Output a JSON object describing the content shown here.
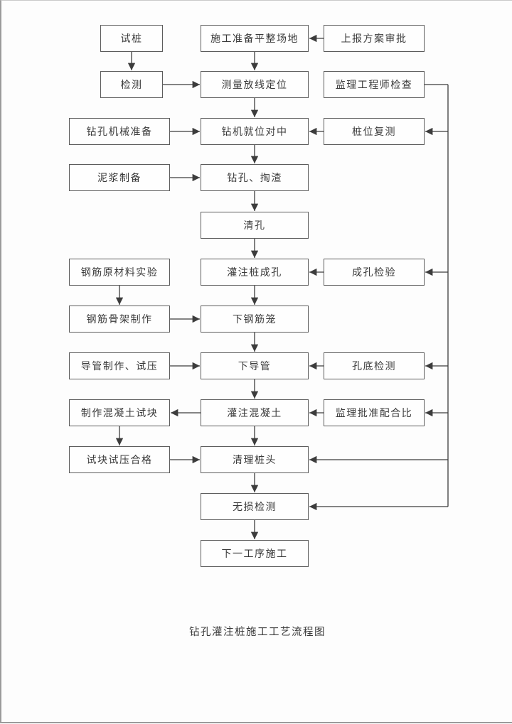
{
  "page": {
    "caption": "钻孔灌注桩施工工艺流程图"
  },
  "colors": {
    "line": "#3c3c3c",
    "box_border": "#5c5c5c",
    "text": "#3a3a3a",
    "page_background": "#fdfdfd",
    "page_edge": "#9b9b9b"
  },
  "flowchart": {
    "nodes": [
      {
        "id": "test-pile",
        "label": "试桩",
        "col": "leftsm",
        "row": 1
      },
      {
        "id": "inspection",
        "label": "检测",
        "col": "leftsm",
        "row": 2
      },
      {
        "id": "drill-rig-prep",
        "label": "钻孔机械准备",
        "col": "left",
        "row": 3
      },
      {
        "id": "slurry-prep",
        "label": "泥浆制备",
        "col": "left",
        "row": 4
      },
      {
        "id": "rebar-material-test",
        "label": "钢筋原材料实验",
        "col": "left",
        "row": 6
      },
      {
        "id": "rebar-cage-fab",
        "label": "钢筋骨架制作",
        "col": "left",
        "row": 7
      },
      {
        "id": "tremie-fab",
        "label": "导管制作、试压",
        "col": "left",
        "row": 8
      },
      {
        "id": "concrete-test-block",
        "label": "制作混凝土试块",
        "col": "left",
        "row": 9
      },
      {
        "id": "test-block-pass",
        "label": "试块试压合格",
        "col": "left",
        "row": 10
      },
      {
        "id": "site-prep",
        "label": "施工准备平整场地",
        "col": "mid",
        "row": 1
      },
      {
        "id": "survey-layout",
        "label": "测量放线定位",
        "col": "mid",
        "row": 2
      },
      {
        "id": "rig-positioning",
        "label": "钻机就位对中",
        "col": "mid",
        "row": 3
      },
      {
        "id": "drilling-slag",
        "label": "钻孔、掏渣",
        "col": "mid",
        "row": 4
      },
      {
        "id": "hole-cleaning",
        "label": "清孔",
        "col": "mid",
        "row": 5
      },
      {
        "id": "pile-hole-formed",
        "label": "灌注桩成孔",
        "col": "mid",
        "row": 6
      },
      {
        "id": "lower-rebar-cage",
        "label": "下钢筋笼",
        "col": "mid",
        "row": 7
      },
      {
        "id": "lower-tremie",
        "label": "下导管",
        "col": "mid",
        "row": 8
      },
      {
        "id": "pour-concrete",
        "label": "灌注混凝土",
        "col": "mid",
        "row": 9
      },
      {
        "id": "pile-head-clean",
        "label": "清理桩头",
        "col": "mid",
        "row": 10
      },
      {
        "id": "ndt",
        "label": "无损检测",
        "col": "mid",
        "row": 11
      },
      {
        "id": "next-process",
        "label": "下一工序施工",
        "col": "mid",
        "row": 12
      },
      {
        "id": "plan-approval",
        "label": "上报方案审批",
        "col": "right",
        "row": 1
      },
      {
        "id": "supervisor-check",
        "label": "监理工程师检查",
        "col": "right",
        "row": 2
      },
      {
        "id": "pile-position-recheck",
        "label": "桩位复测",
        "col": "right",
        "row": 3
      },
      {
        "id": "hole-inspection",
        "label": "成孔检验",
        "col": "right",
        "row": 6
      },
      {
        "id": "hole-bottom-check",
        "label": "孔底检测",
        "col": "right",
        "row": 8
      },
      {
        "id": "mix-ratio-approval",
        "label": "监理批准配合比",
        "col": "right",
        "row": 9
      }
    ],
    "edges": [
      {
        "kind": "down",
        "from": "test-pile",
        "to": "inspection"
      },
      {
        "kind": "down",
        "from": "site-prep",
        "to": "survey-layout"
      },
      {
        "kind": "down",
        "from": "survey-layout",
        "to": "rig-positioning"
      },
      {
        "kind": "down",
        "from": "rig-positioning",
        "to": "drilling-slag"
      },
      {
        "kind": "down",
        "from": "drilling-slag",
        "to": "hole-cleaning"
      },
      {
        "kind": "down",
        "from": "hole-cleaning",
        "to": "pile-hole-formed"
      },
      {
        "kind": "down",
        "from": "pile-hole-formed",
        "to": "lower-rebar-cage"
      },
      {
        "kind": "down",
        "from": "lower-rebar-cage",
        "to": "lower-tremie"
      },
      {
        "kind": "down",
        "from": "lower-tremie",
        "to": "pour-concrete"
      },
      {
        "kind": "down",
        "from": "pour-concrete",
        "to": "pile-head-clean"
      },
      {
        "kind": "down",
        "from": "pile-head-clean",
        "to": "ndt"
      },
      {
        "kind": "down",
        "from": "ndt",
        "to": "next-process"
      },
      {
        "kind": "down",
        "from": "rebar-material-test",
        "to": "rebar-cage-fab"
      },
      {
        "kind": "down",
        "from": "concrete-test-block",
        "to": "test-block-pass"
      },
      {
        "kind": "side",
        "from": "inspection",
        "to": "survey-layout"
      },
      {
        "kind": "side",
        "from": "drill-rig-prep",
        "to": "rig-positioning"
      },
      {
        "kind": "side",
        "from": "slurry-prep",
        "to": "drilling-slag"
      },
      {
        "kind": "side",
        "from": "rebar-cage-fab",
        "to": "lower-rebar-cage"
      },
      {
        "kind": "side",
        "from": "tremie-fab",
        "to": "lower-tremie"
      },
      {
        "kind": "side",
        "from": "test-block-pass",
        "to": "pile-head-clean"
      },
      {
        "kind": "side",
        "from": "plan-approval",
        "to": "site-prep"
      },
      {
        "kind": "side",
        "from": "pile-position-recheck",
        "to": "rig-positioning"
      },
      {
        "kind": "side",
        "from": "hole-inspection",
        "to": "pile-hole-formed"
      },
      {
        "kind": "side",
        "from": "hole-bottom-check",
        "to": "lower-tremie"
      },
      {
        "kind": "side",
        "from": "mix-ratio-approval",
        "to": "pour-concrete"
      },
      {
        "kind": "side",
        "from": "pour-concrete",
        "to": "concrete-test-block"
      }
    ],
    "rail": {
      "from": "supervisor-check",
      "targets": [
        "pile-position-recheck",
        "hole-inspection",
        "hole-bottom-check",
        "mix-ratio-approval",
        "pile-head-clean",
        "ndt"
      ]
    }
  }
}
